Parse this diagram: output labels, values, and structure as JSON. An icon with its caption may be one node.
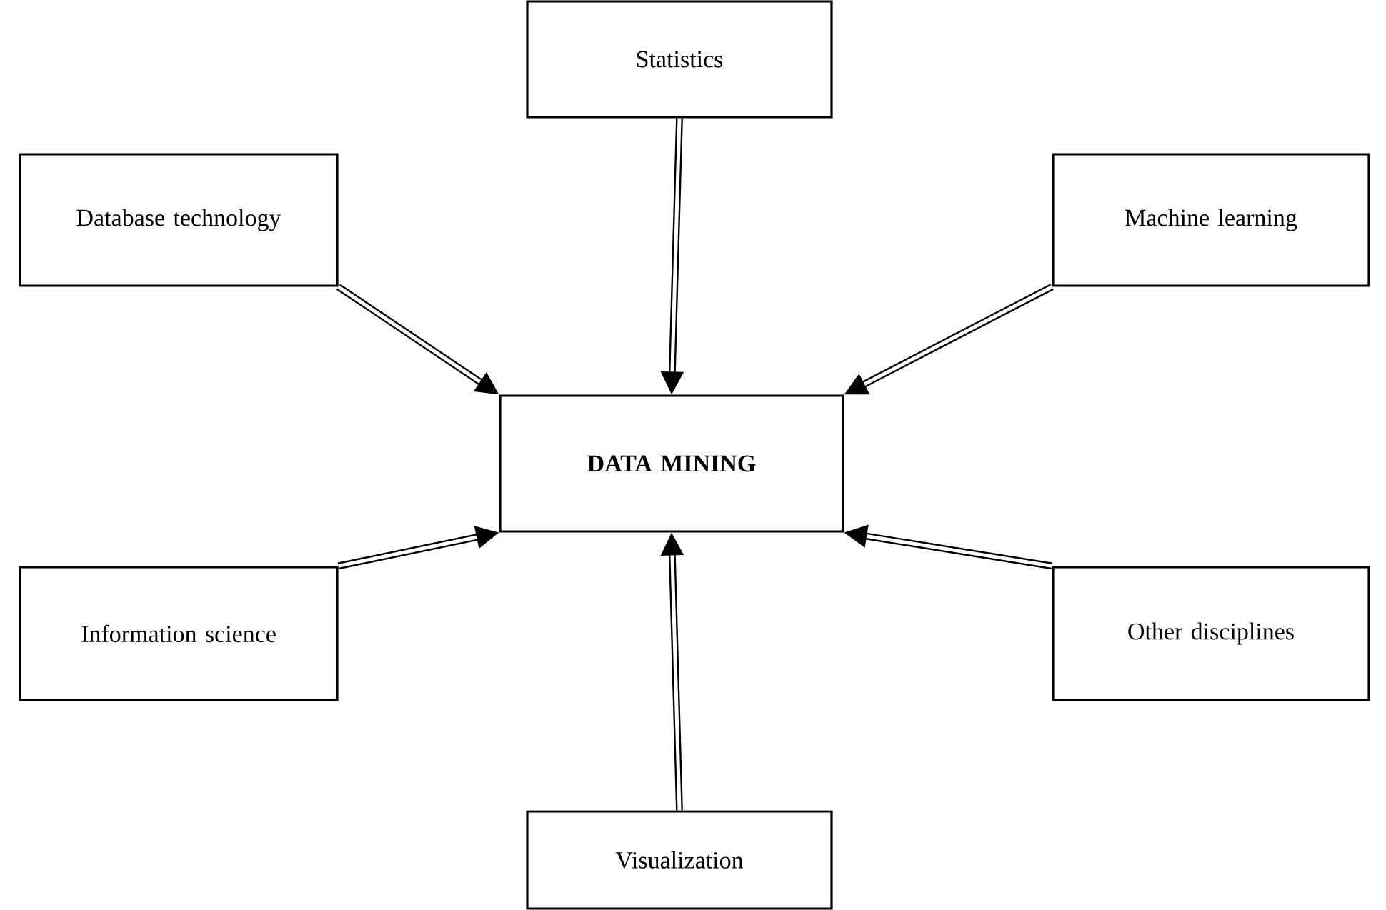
{
  "diagram": {
    "nodes": [
      {
        "text": [
          "Statistics"
        ]
      },
      {
        "text": [
          "Database technology"
        ]
      },
      {
        "text": [
          "Machine learning"
        ]
      },
      {
        "text": [
          "DATA MINING"
        ]
      },
      {
        "text": [
          "Information science"
        ]
      },
      {
        "text": [
          "Other disciplines"
        ]
      },
      {
        "text": [
          "Visualization"
        ]
      }
    ],
    "edges": [
      {
        "from": 0,
        "to": 3,
        "arrow": "to"
      },
      {
        "from": 1,
        "to": 3,
        "arrow": "to"
      },
      {
        "from": 2,
        "to": 3,
        "arrow": "to"
      },
      {
        "from": 4,
        "to": 3,
        "arrow": "to"
      },
      {
        "from": 5,
        "to": 3,
        "arrow": "to"
      },
      {
        "from": 6,
        "to": 3,
        "arrow": "to"
      }
    ]
  }
}
